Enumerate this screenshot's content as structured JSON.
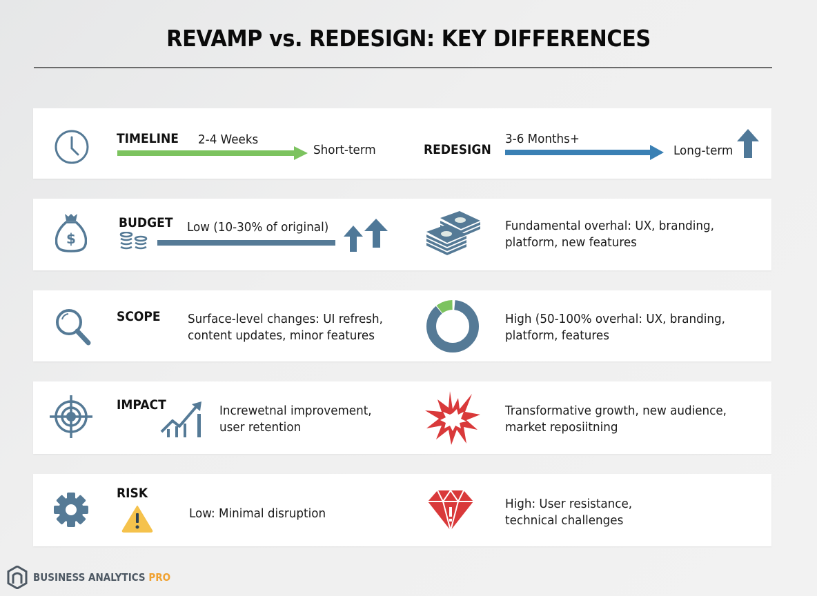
{
  "title": "REVAMP vs. REDESIGN: KEY DIFFERENCES",
  "colors": {
    "accent_blue_gray": "#557a96",
    "green": "#7cc35f",
    "blue": "#3a80b4",
    "red": "#d9393a",
    "warning_yellow": "#f5c24c",
    "brand_orange": "#f0a232",
    "brand_gray": "#4d5863"
  },
  "rows": {
    "timeline": {
      "label": "TIMELINE",
      "revamp_value": "2-4 Weeks",
      "revamp_term": "Short-term",
      "redesign_label": "REDESIGN",
      "redesign_value": "3-6 Months+",
      "redesign_term": "Long-term"
    },
    "budget": {
      "label": "BUDGET",
      "revamp_value": "Low (10-30% of original)",
      "redesign_line1": "Fundamental overhal: UX, branding,",
      "redesign_line2": "platform, new features"
    },
    "scope": {
      "label": "SCOPE",
      "revamp_line1": "Surface-level changes: UI refresh,",
      "revamp_line2": "content updates, minor features",
      "redesign_line1": "High (50-100% overhal: UX, branding,",
      "redesign_line2": "platform, features"
    },
    "impact": {
      "label": "IMPACT",
      "revamp_line1": "Increwetnal improvement,",
      "revamp_line2": "user retention",
      "redesign_line1": "Transformative growth, new audience,",
      "redesign_line2": "market reposiitning"
    },
    "risk": {
      "label": "RISK",
      "revamp_value": "Low: Minimal disruption",
      "redesign_line1": "High: User resistance,",
      "redesign_line2": "technical challenges"
    }
  },
  "footer": {
    "brand": "BUSINESS ANALYTICS",
    "brand_suffix": "PRO"
  }
}
